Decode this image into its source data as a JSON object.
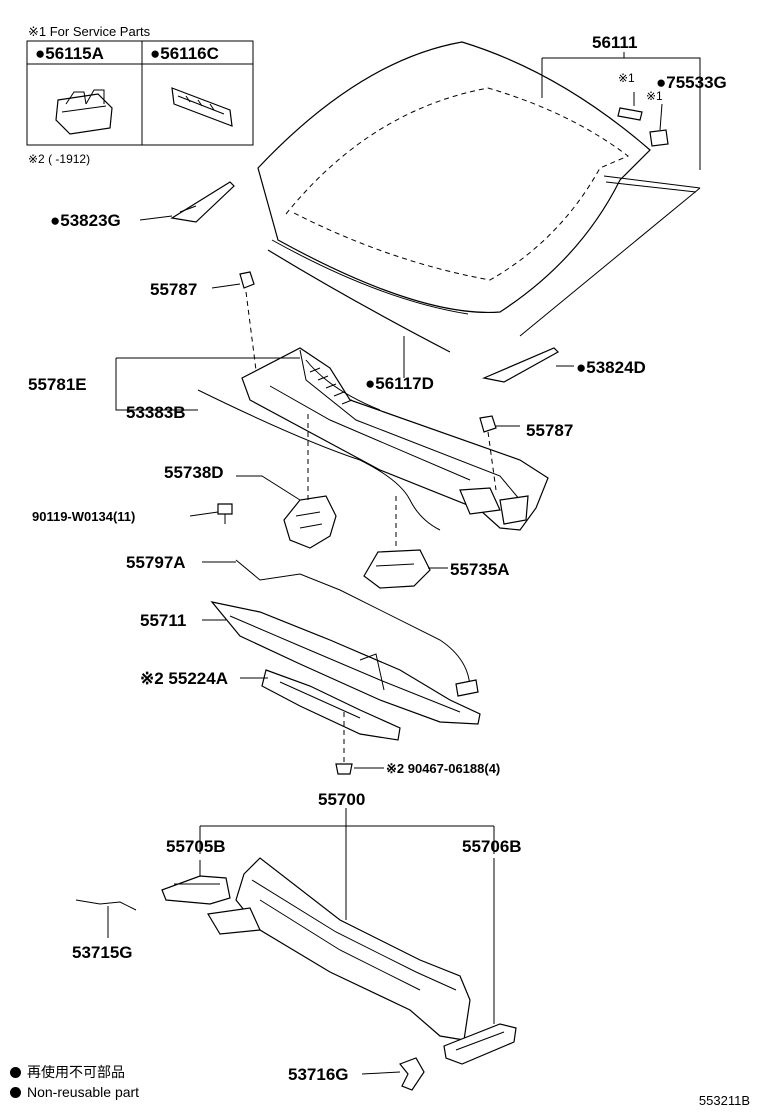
{
  "service_box": {
    "title": "※1 For Service Parts",
    "note": "※2 (    -1912)",
    "parts": [
      "●56115A",
      "●56116C"
    ]
  },
  "labels": {
    "p56111": "56111",
    "p75533G": "●75533G",
    "mark1a": "※1",
    "mark1b": "※1",
    "p53823G": "●53823G",
    "p55787a": "55787",
    "p55781E": "55781E",
    "p53383B": "53383B",
    "p56117D": "●56117D",
    "p53824D": "●53824D",
    "p55787b": "55787",
    "p55738D": "55738D",
    "p90119": "90119-W0134(11)",
    "p55797A": "55797A",
    "p55735A": "55735A",
    "p55711": "55711",
    "p55224A": "※2 55224A",
    "p90467": "※2 90467-06188(4)",
    "p55700": "55700",
    "p55705B": "55705B",
    "p55706B": "55706B",
    "p53715G": "53715G",
    "p53716G": "53716G"
  },
  "legend": {
    "jp": "再使用不可部品",
    "en": "Non-reusable part"
  },
  "footer_code": "553211B"
}
